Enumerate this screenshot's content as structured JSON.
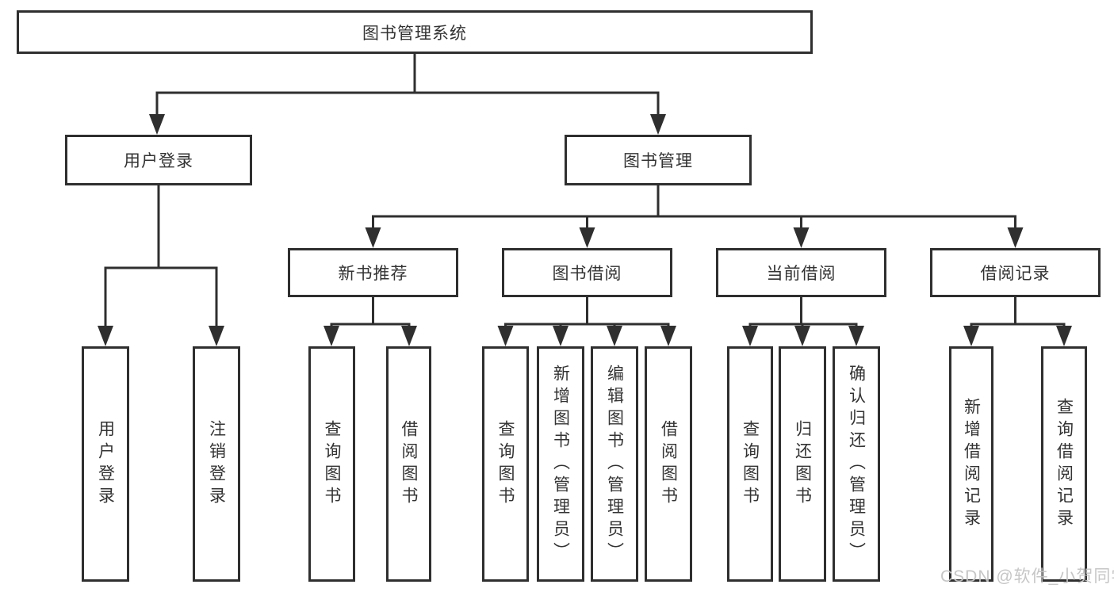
{
  "tree": {
    "root": "图书管理系统",
    "branches": [
      {
        "label": "用户登录",
        "children": [
          "用户登录",
          "注销登录"
        ]
      },
      {
        "label": "图书管理",
        "sections": [
          {
            "label": "新书推荐",
            "children": [
              "查询图书",
              "借阅图书"
            ]
          },
          {
            "label": "图书借阅",
            "children": [
              "查询图书",
              "新增图书（管理员）",
              "编辑图书（管理员）",
              "借阅图书"
            ]
          },
          {
            "label": "当前借阅",
            "children": [
              "查询图书",
              "归还图书",
              "确认归还（管理员）"
            ]
          },
          {
            "label": "借阅记录",
            "children": [
              "新增借阅记录",
              "查询借阅记录"
            ]
          }
        ]
      }
    ]
  },
  "colors": {
    "line": "#2f2f2f",
    "text": "#333333",
    "watermark": "#c3c3c3"
  },
  "watermark": "CSDN @软件_小贺同学"
}
